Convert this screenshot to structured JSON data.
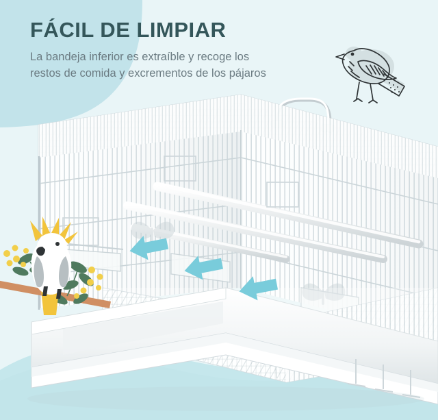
{
  "banner": {
    "headline": "FÁCIL DE LIMPIAR",
    "subtitle": "La bandeja inferior es extraíble y recoge los restos de comida y excrementos de los pájaros",
    "subtitle_line1": "La bandeja inferior es extraíble y recoge los",
    "subtitle_line2": "restos de comida y excrementos de los pájaros",
    "language": "es"
  },
  "colors": {
    "background": "#e9f5f7",
    "blob_top_left": "#c2e3ea",
    "wave_bottom": "#c5e7ec",
    "headline_text": "#34565a",
    "subtitle_text": "#6b7b82",
    "arrow": "#79ccdb",
    "cage_wire": "#ffffff",
    "cage_shadow": "#cfd8dc",
    "tray": "#f4f6f7",
    "parrot_crest": "#f2c43c",
    "parrot_body": "#ffffff",
    "parrot_wing": "#b7bfc2",
    "branch": "#d08f63",
    "leaf": "#4f7a5e",
    "blossom": "#f2cf4a",
    "bird_outline": "#2f3436",
    "bird_fill": "#d7dee0"
  },
  "illustrations": {
    "bird": {
      "name": "perched-songbird-line-drawing",
      "description": "hand drawn sparrow perched on cage top"
    },
    "cockatoo": {
      "name": "sulphur-crested-cockatoo",
      "description": "cockatoo with yellow crest perched on a branch with wattle blossoms"
    },
    "cage": {
      "name": "white-wire-bird-cage",
      "description": "white metal bird cage with carry handle, perches, butterfly panels and removable bottom tray"
    }
  },
  "annotations": {
    "arrows": [
      {
        "label": "tray-slide-arrow-1",
        "direction": "left"
      },
      {
        "label": "tray-slide-arrow-2",
        "direction": "left"
      },
      {
        "label": "tray-slide-arrow-3",
        "direction": "left"
      }
    ],
    "arrow_count": 3,
    "meaning": "bandeja extraíble"
  },
  "cage_features": {
    "handle": "asa superior",
    "tray": "bandeja inferior extraíble",
    "perches": 3,
    "decor_panels": "mariposas"
  }
}
